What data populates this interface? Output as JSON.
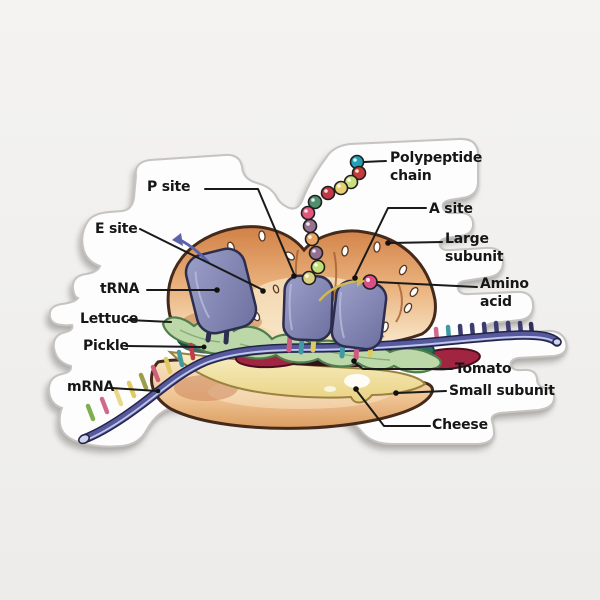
{
  "background": {
    "color": "#f2f1ef"
  },
  "sticker": {
    "fill": "#fdfdfd",
    "border_color": "#c6c3c0"
  },
  "diagram": {
    "labels": {
      "p_site": "P site",
      "e_site": "E site",
      "trna": "tRNA",
      "lettuce": "Lettuce",
      "pickle": "Pickle",
      "mrna": "mRNA",
      "polypeptide_chain": [
        "Polypeptide",
        "chain"
      ],
      "a_site": "A site",
      "large_subunit": [
        "Large",
        "subunit"
      ],
      "amino_acid": [
        "Amino",
        "acid"
      ],
      "tomato": "Tomato",
      "small_subunit": "Small subunit",
      "cheese": "Cheese"
    }
  },
  "illustration": {
    "bead_colors": [
      "#20a0b4",
      "#c53a37",
      "#c9e07c",
      "#e7cf72",
      "#bf3844",
      "#4f8f6e",
      "#e2567d",
      "#967192",
      "#e7a561",
      "#93708f",
      "#c0df74",
      "#d9d180"
    ],
    "amino_acid_bead_color": "#d94f86",
    "mrna_ribbon_color": "#565a9c",
    "mrna_left_spike_colors": [
      "#7fae4e",
      "#d06a8a",
      "#e8d887",
      "#e2ca62",
      "#9aa04a",
      "#cf5f7a",
      "#e2ca62",
      "#3f9aa6",
      "#c23b49"
    ],
    "mrna_right_spike_colors": [
      "#d06a8a",
      "#3f9aa6",
      "#3c3c6e",
      "#3c3c6e",
      "#3c3c6e",
      "#3c3c6e",
      "#3c3c6e",
      "#3c3c6e",
      "#2f2f5e"
    ],
    "p_trna_leg_colors": [
      "#d05a80",
      "#3f9aa6",
      "#e0c95f"
    ],
    "a_trna_leg_colors": [
      "#3f9aa6",
      "#d05a80",
      "#e0c95f"
    ],
    "colors": {
      "top_bun": "#e09c64",
      "trna_body": "#8287b8",
      "lettuce": "#bcd8a8",
      "pickle": "#2f6f5f",
      "tomato": "#a12440",
      "cheese": "#f2e3a4",
      "bottom_bun": "#eec99c",
      "exit_arrow_blue": "#5b64ab",
      "amino_arrow_yellow": "#d2b84e",
      "leader_line": "#1a1a1a"
    }
  }
}
